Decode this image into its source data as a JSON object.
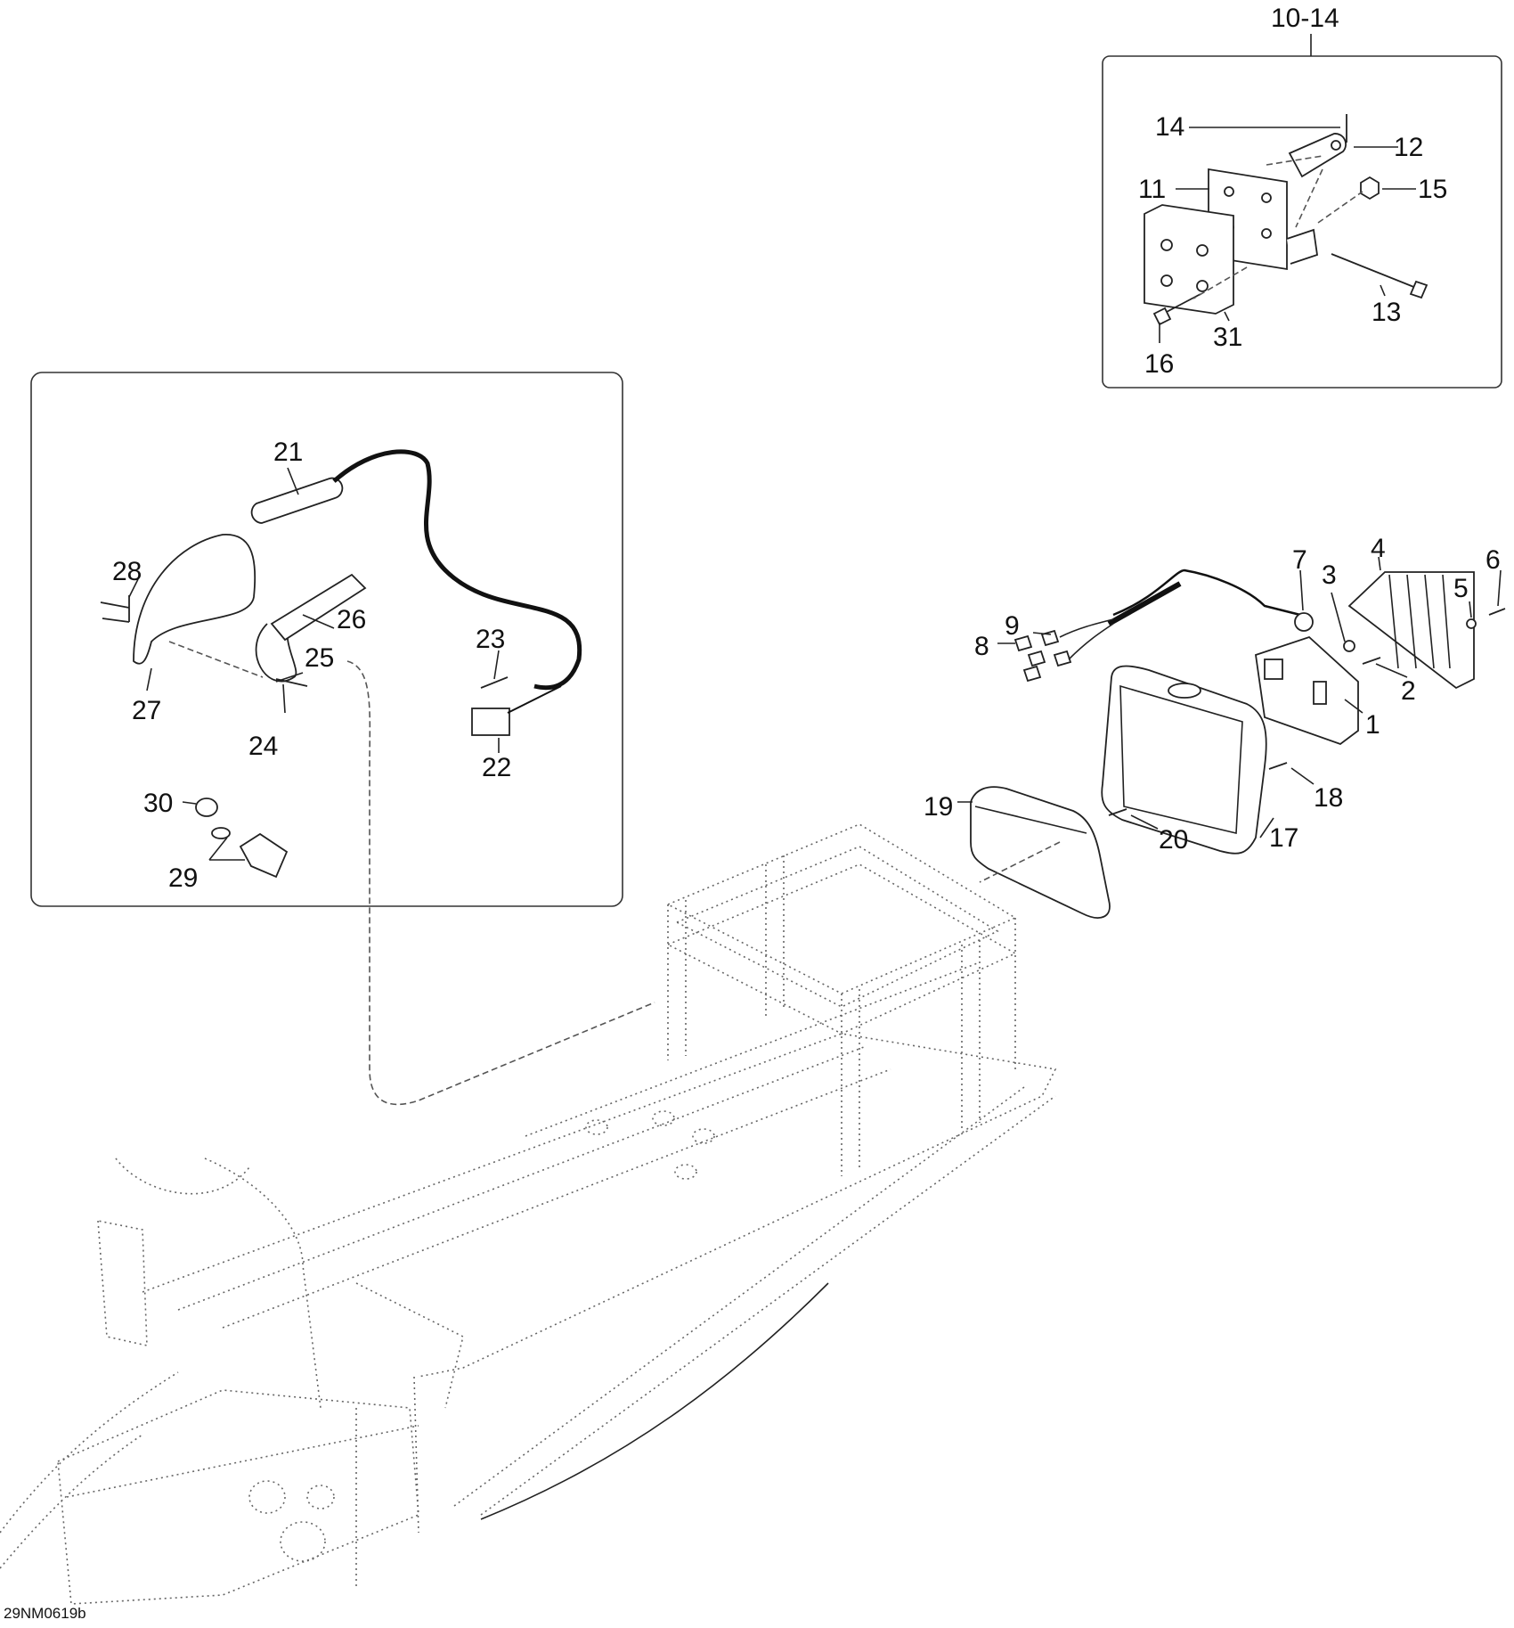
{
  "diagram": {
    "reference_code": "29NM0619b",
    "callouts": {
      "c1": "1",
      "c2": "2",
      "c3": "3",
      "c4": "4",
      "c5": "5",
      "c6": "6",
      "c7": "7",
      "c8": "8",
      "c9": "9",
      "c10_14": "10-14",
      "c11": "11",
      "c12": "12",
      "c13": "13",
      "c14": "14",
      "c15": "15",
      "c16": "16",
      "c17": "17",
      "c18": "18",
      "c19": "19",
      "c20": "20",
      "c21": "21",
      "c22": "22",
      "c23": "23",
      "c24": "24",
      "c25": "25",
      "c26": "26",
      "c27": "27",
      "c28": "28",
      "c29": "29",
      "c30": "30",
      "c31": "31"
    }
  }
}
